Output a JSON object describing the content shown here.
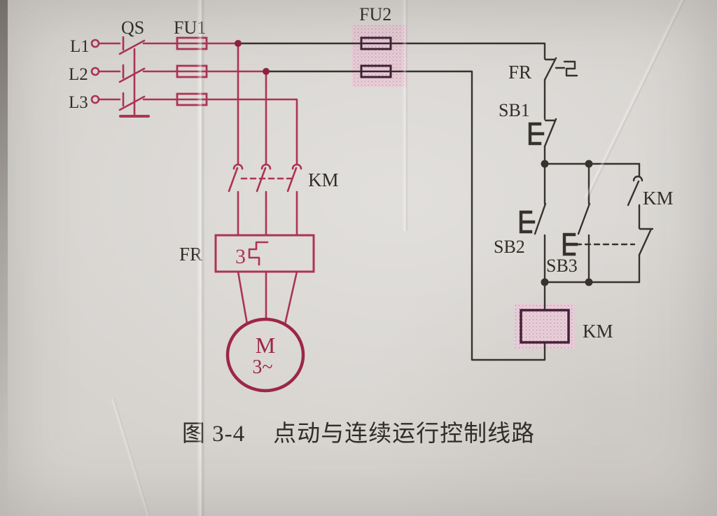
{
  "figure": {
    "number": "图 3-4",
    "title": "点动与连续运行控制线路"
  },
  "labels": {
    "l1": "L1",
    "l2": "L2",
    "l3": "L3",
    "qs": "QS",
    "fu1": "FU1",
    "fu2": "FU2",
    "km_main": "KM",
    "fr_left": "FR",
    "fr_box_count": "3",
    "motor_m": "M",
    "motor_phase": "3~",
    "fr_right": "FR",
    "sb1": "SB1",
    "sb2": "SB2",
    "sb3": "SB3",
    "km_aux": "KM",
    "km_coil": "KM"
  },
  "colors": {
    "paper": "#d6d3cf",
    "power_line": "#ad3453",
    "power_dark": "#9c2747",
    "power_dot": "#8e2240",
    "control_line": "#37322e",
    "label_text": "#322d29",
    "fuse_control": "#3f2334",
    "coil_outline": "#45203d",
    "highlight_base": "#e9d0d9",
    "highlight_dot": "#d1a5b8"
  }
}
